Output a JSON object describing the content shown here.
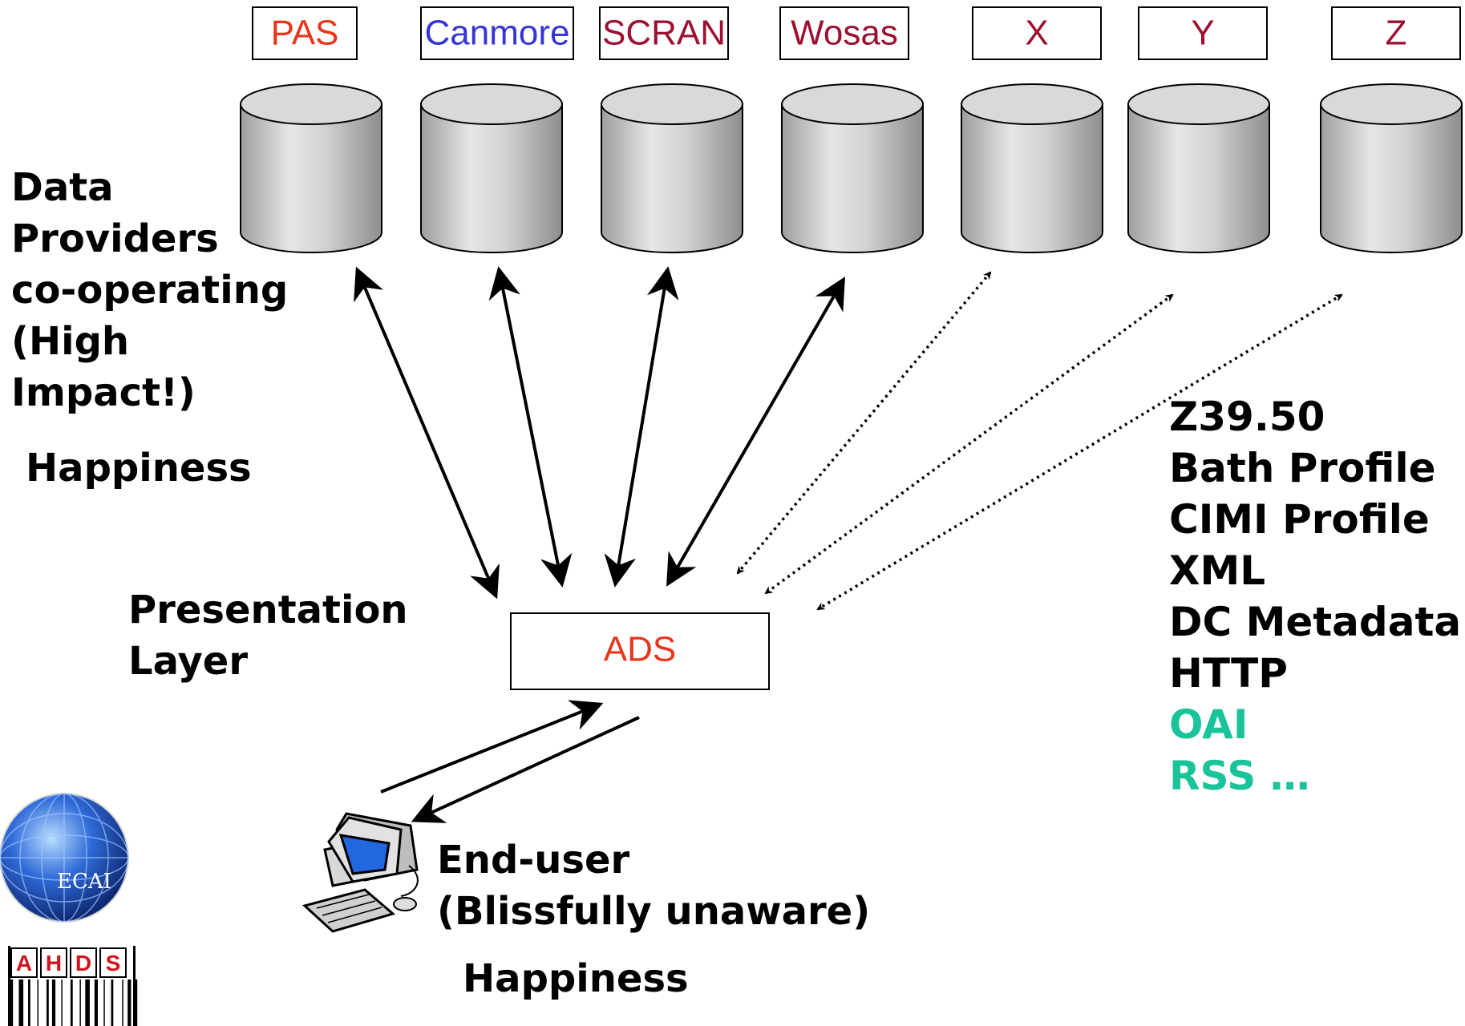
{
  "providers": [
    {
      "label": "PAS",
      "color": "#e8361c"
    },
    {
      "label": "Canmore",
      "color": "#3535d8"
    },
    {
      "label": "SCRAN",
      "color": "#9c1030"
    },
    {
      "label": "Wosas",
      "color": "#9c1030"
    },
    {
      "label": "X",
      "color": "#9c1030"
    },
    {
      "label": "Y",
      "color": "#9c1030"
    },
    {
      "label": "Z",
      "color": "#9c1030"
    }
  ],
  "left_text": {
    "lines": [
      "Data",
      "Providers",
      "co-operating",
      "(High",
      "Impact!)"
    ],
    "happiness": "Happiness"
  },
  "presentation": {
    "lines": [
      "Presentation",
      "Layer"
    ]
  },
  "ads": {
    "label": "ADS",
    "color": "#e8361c"
  },
  "protocols": [
    {
      "text": "Z39.50",
      "color": "#000000"
    },
    {
      "text": "Bath Profile",
      "color": "#000000"
    },
    {
      "text": "CIMI Profile",
      "color": "#000000"
    },
    {
      "text": "XML",
      "color": "#000000"
    },
    {
      "text": "DC Metadata",
      "color": "#000000"
    },
    {
      "text": "HTTP",
      "color": "#000000"
    },
    {
      "text": "OAI",
      "color": "#1bc39a"
    },
    {
      "text": "RSS …",
      "color": "#1bc39a"
    }
  ],
  "end_user": {
    "lines": [
      "End-user",
      "(Blissfully unaware)"
    ],
    "happiness": "Happiness"
  },
  "logos": {
    "ecai": "ECAI",
    "ahds": "AHDS"
  },
  "icons": {
    "database": "database-icon",
    "computer": "computer-icon"
  }
}
